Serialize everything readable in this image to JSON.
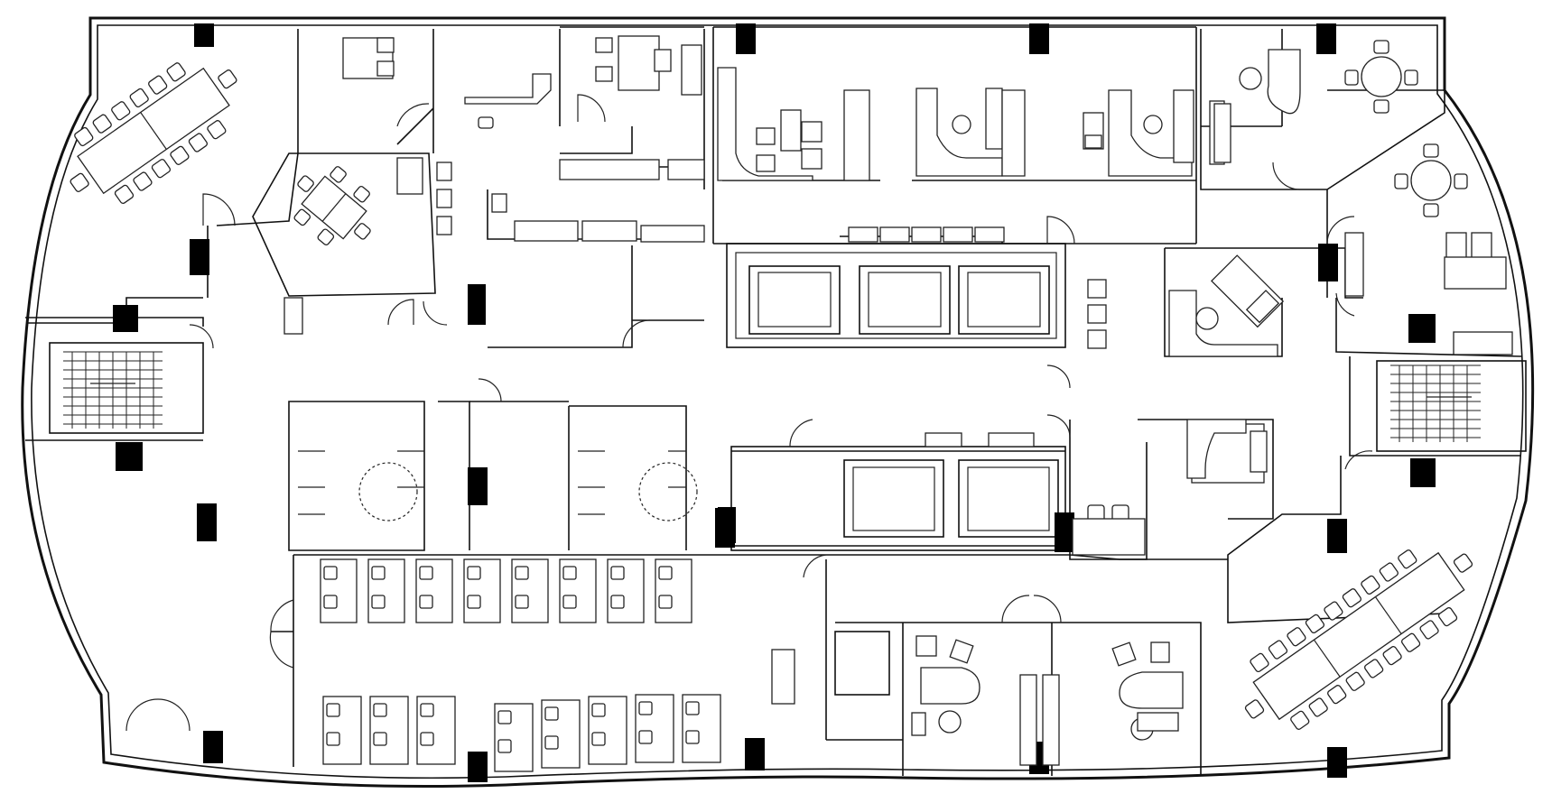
{
  "plan": {
    "type": "office-floor-plan",
    "colors": {
      "background": "#ffffff",
      "lines": "#111111",
      "columns": "#000000"
    },
    "structural_columns": 22,
    "conference_tables": 3,
    "round_meeting_tables": 3,
    "stairwells": 2,
    "elevator_cars": 5,
    "restrooms": 2,
    "workstation_desks": 33
  }
}
